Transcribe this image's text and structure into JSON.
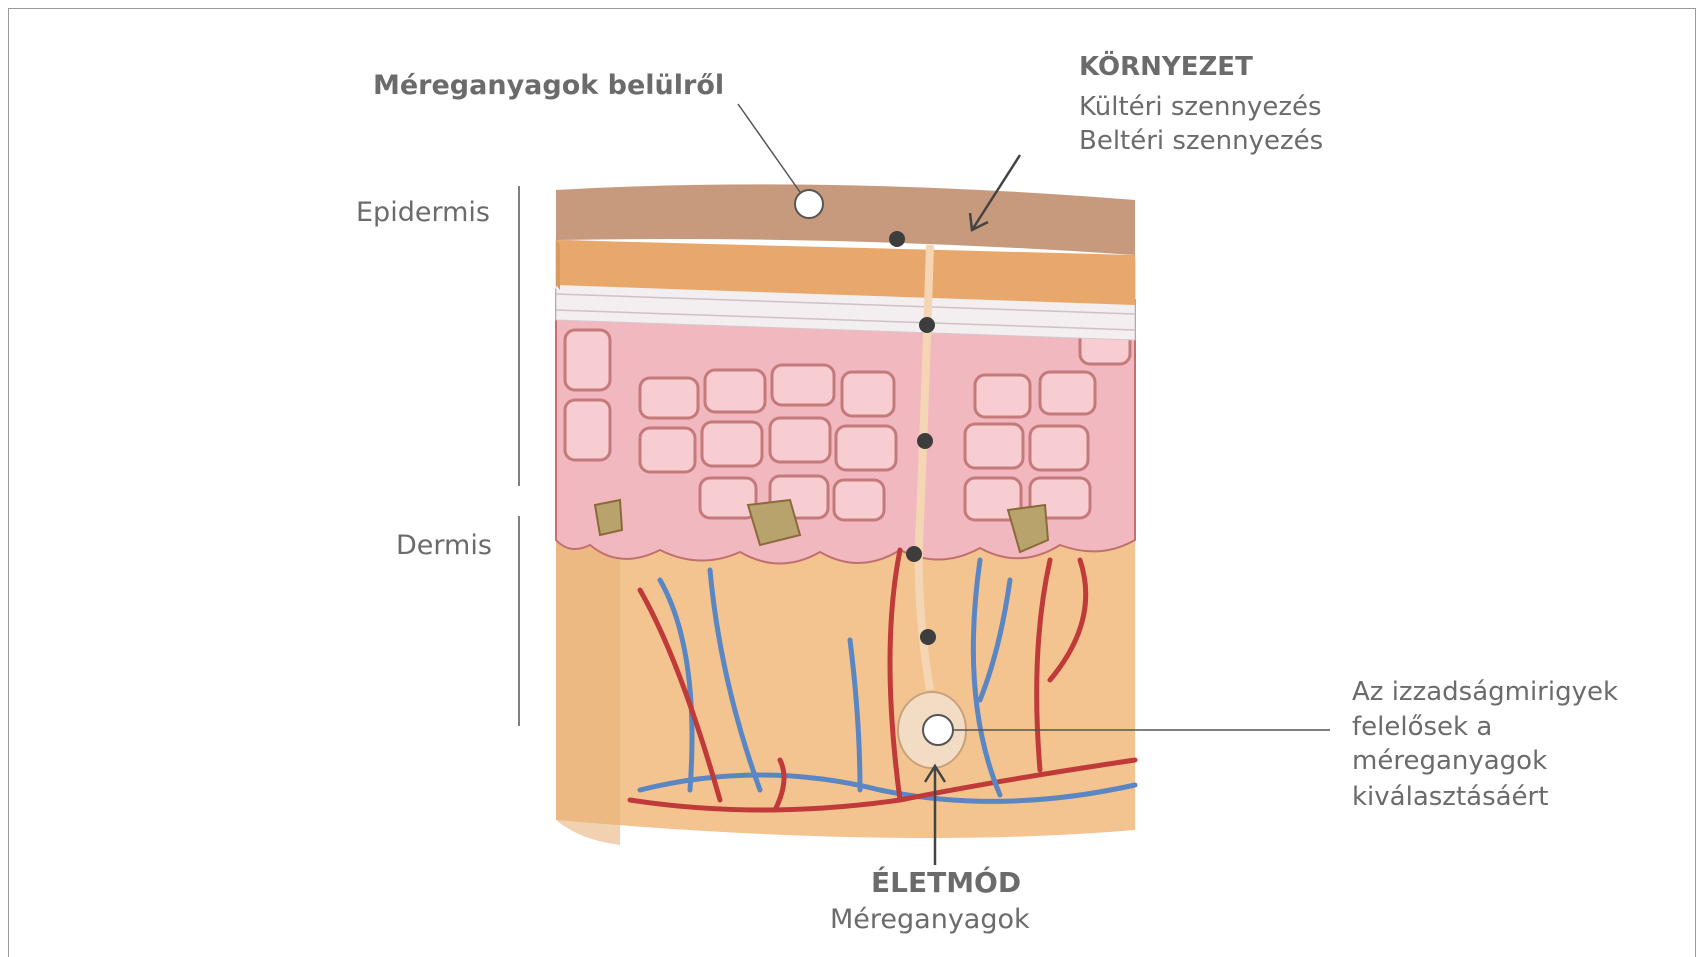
{
  "labels": {
    "toxins_inside": "Méreganyagok belülről",
    "environment_title": "KÖRNYEZET",
    "environment_line1": "Kültéri szennyezés",
    "environment_line2": "Beltéri szennyezés",
    "epidermis": "Epidermis",
    "dermis": "Dermis",
    "sweat_glands_line1": "Az izzadságmirigyek",
    "sweat_glands_line2": "felelősek a",
    "sweat_glands_line3": "méreganyagok",
    "sweat_glands_line4": "kiválasztásáért",
    "lifestyle_title": "ÉLETMÓD",
    "lifestyle_sub": "Méreganyagok"
  },
  "colors": {
    "skin_top": "#c79a7e",
    "skin_layer": "#e8b37d",
    "cells": "#f2b8bf",
    "cell_border": "#c0706f",
    "dermis": "#f3c48f",
    "vein": "#5b86c4",
    "artery": "#c03a3a",
    "text": "#6b6b6b"
  }
}
